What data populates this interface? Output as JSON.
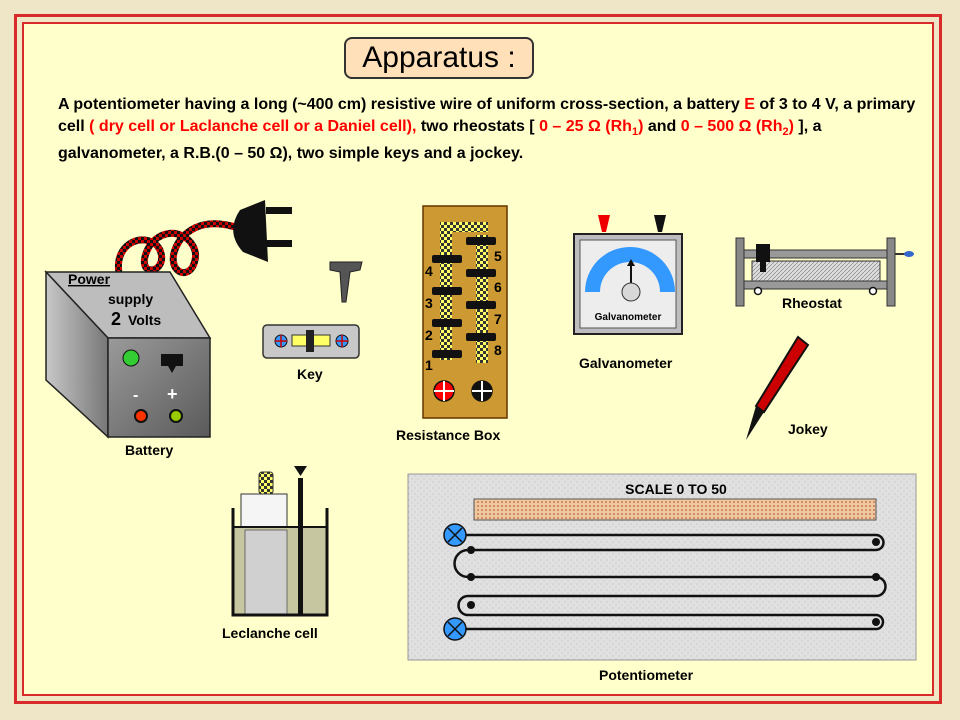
{
  "title": "Apparatus :",
  "description": {
    "p1": "A potentiometer having a long (~400 cm) resistive wire of uniform cross-section, a battery ",
    "battery_symbol": "E",
    "p2": " of 3 to 4 V, a primary cell ",
    "primary_cell": "( dry cell or Laclanche cell or a Daniel cell),",
    "p3": " two rheostats [ ",
    "rh1_range": "0 – 25 Ω (Rh",
    "rh1_sub": "1",
    "rh1_end": ")",
    "p4": " and ",
    "rh2_range": "0 – 500 Ω (Rh",
    "rh2_sub": "2",
    "rh2_end": ")",
    "p5": " ], a galvanometer, a R.B.(0 – 50 Ω), two simple keys and a jockey."
  },
  "battery": {
    "label": "Battery",
    "text_power": "Power",
    "text_supply": "supply",
    "text_volts_num": "2",
    "text_volts_unit": "Volts",
    "minus": "-",
    "plus": "+"
  },
  "key": {
    "label": "Key"
  },
  "resistance_box": {
    "label": "Resistance Box",
    "left_numbers": [
      "4",
      "3",
      "2",
      "1"
    ],
    "right_numbers": [
      "5",
      "6",
      "7",
      "8"
    ]
  },
  "galvanometer": {
    "label": "Galvanometer",
    "face_text": "Galvanometer"
  },
  "rheostat": {
    "label": "Rheostat"
  },
  "jockey": {
    "label": "Jokey"
  },
  "leclanche_cell": {
    "label": "Leclanche cell"
  },
  "potentiometer": {
    "label": "Potentiometer",
    "scale_text": "SCALE  0 TO 50"
  },
  "colors": {
    "frame": "#d8292b",
    "page_bg": "#ffffcc",
    "emphasis": "#ff0000",
    "wood": "#cc9933",
    "galvo_blue": "#3399ff",
    "terminal_blue": "#3399ff"
  }
}
